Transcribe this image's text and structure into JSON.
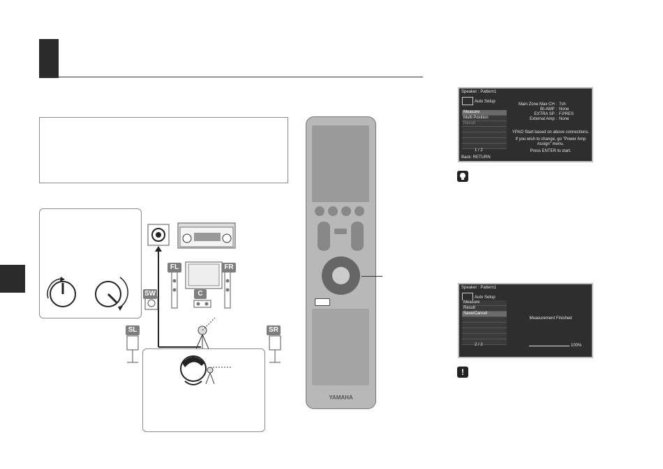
{
  "labels": {
    "fl": "FL",
    "fr": "FR",
    "c": "C",
    "sw": "SW",
    "sl": "SL",
    "sr": "SR"
  },
  "screen1": {
    "title": "Speaker : Pattern1",
    "subtitle": "Auto Setup",
    "menu": [
      "Measure",
      "Multi Position",
      "Result"
    ],
    "page": "1 / 2",
    "footer": "Back: RETURN",
    "rows": [
      {
        "key": "Main Zone Max CH :",
        "value": "7ch"
      },
      {
        "key": "BI-AMP :",
        "value": "None"
      },
      {
        "key": "EXTRA SP :",
        "value": "F.PRES"
      },
      {
        "key": "External Amp :",
        "value": "None"
      }
    ],
    "msg1": "YPAO Start based on above connections.",
    "msg2": "If you wish to change, go \"Power Amp",
    "msg3": "Assign\" menu.",
    "msg4": "Press ENTER to start."
  },
  "screen2": {
    "title": "Speaker : Pattern1",
    "subtitle": "Auto Setup",
    "menu": [
      "Measure",
      "Result",
      "Save/Cancel"
    ],
    "page": "2 / 2",
    "message": "Measurement Finished",
    "progress": "100%",
    "progress_fraction": 1.0
  },
  "remote": {
    "brand": "YAMAHA"
  },
  "icons": {
    "warn_glyph": "!"
  }
}
